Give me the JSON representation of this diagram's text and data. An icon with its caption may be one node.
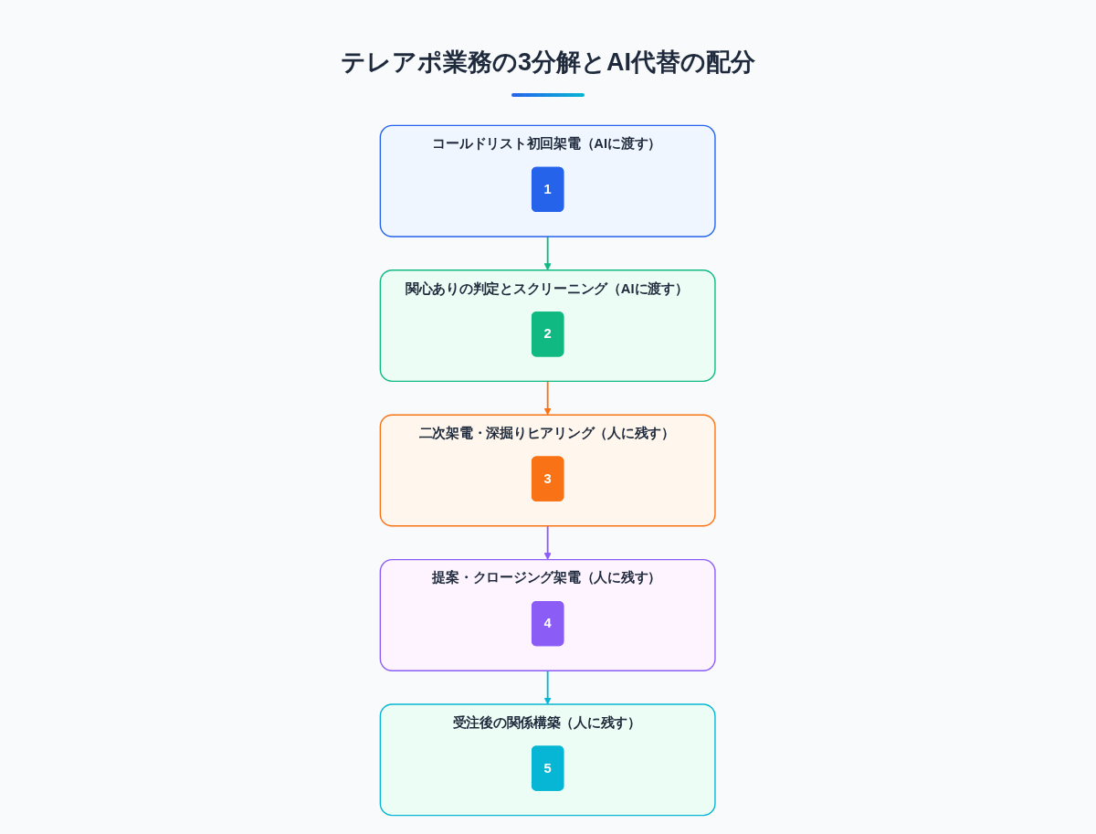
{
  "diagram": {
    "title": "テレアポ業務の3分解とAI代替の配分",
    "nodes": [
      {
        "text": [
          "コールドリスト初回架電（AIに渡す）"
        ]
      },
      {
        "text": [
          "1"
        ],
        "in": 0
      },
      {
        "text": [
          "関心ありの判定とスクリーニング（AIに渡す）"
        ]
      },
      {
        "text": [
          "2"
        ],
        "in": 2
      },
      {
        "text": [
          "二次架電・深掘りヒアリング（人に残す）"
        ]
      },
      {
        "text": [
          "3"
        ],
        "in": 4
      },
      {
        "text": [
          "提案・クロージング架電（人に残す）"
        ]
      },
      {
        "text": [
          "4"
        ],
        "in": 6
      },
      {
        "text": [
          "受注後の関係構築（人に残す）"
        ]
      },
      {
        "text": [
          "5"
        ],
        "in": 8
      }
    ],
    "edges": [
      {
        "from": 0,
        "to": 2,
        "arrow": "to",
        "color": "#10b981"
      },
      {
        "from": 2,
        "to": 4,
        "arrow": "to",
        "color": "#f97316"
      },
      {
        "from": 4,
        "to": 6,
        "arrow": "to",
        "color": "#8b5cf6"
      },
      {
        "from": 6,
        "to": 8,
        "arrow": "to",
        "color": "#06b6d4"
      }
    ]
  }
}
